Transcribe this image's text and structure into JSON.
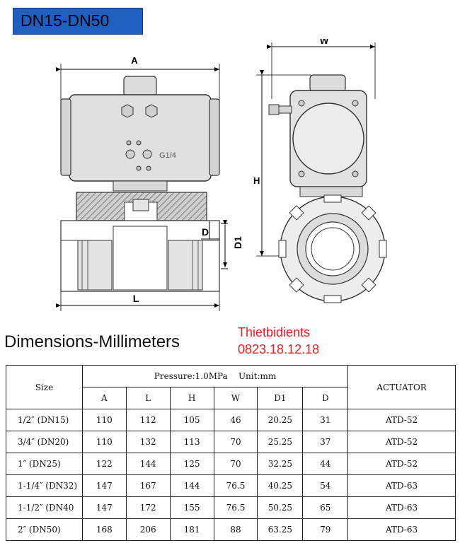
{
  "badge": "DN15-DN50",
  "drawing": {
    "dim_A": "A",
    "dim_W": "W",
    "dim_H": "H",
    "dim_L": "L",
    "dim_D": "D",
    "dim_D1": "D1",
    "port_label": "G1/4"
  },
  "section_title": "Dimensions-Millimeters",
  "seller": {
    "name": "Thietbidients",
    "phone": "0823.18.12.18"
  },
  "table": {
    "size_header": "Size",
    "group_header": "Pressure:1.0MPa    Unit:mm",
    "actuator_header": "ACTUATOR",
    "columns": [
      "A",
      "L",
      "H",
      "W",
      "D1",
      "D"
    ],
    "rows": [
      {
        "size": "1/2″ (DN15)",
        "A": "110",
        "L": "112",
        "H": "105",
        "W": "46",
        "D1": "20.25",
        "D": "31",
        "act": "ATD-52"
      },
      {
        "size": "3/4″ (DN20)",
        "A": "110",
        "L": "132",
        "H": "113",
        "W": "70",
        "D1": "25.25",
        "D": "37",
        "act": "ATD-52"
      },
      {
        "size": "1″ (DN25)",
        "A": "122",
        "L": "144",
        "H": "125",
        "W": "70",
        "D1": "32.25",
        "D": "44",
        "act": "ATD-52"
      },
      {
        "size": "1-1/4″ (DN32)",
        "A": "147",
        "L": "167",
        "H": "144",
        "W": "76.5",
        "D1": "40.25",
        "D": "54",
        "act": "ATD-63"
      },
      {
        "size": "1-1/2″ (DN40",
        "A": "147",
        "L": "172",
        "H": "155",
        "W": "76.5",
        "D1": "50.25",
        "D": "65",
        "act": "ATD-63"
      },
      {
        "size": "2″ (DN50)",
        "A": "168",
        "L": "206",
        "H": "181",
        "W": "88",
        "D1": "63.25",
        "D": "79",
        "act": "ATD-63"
      }
    ]
  }
}
